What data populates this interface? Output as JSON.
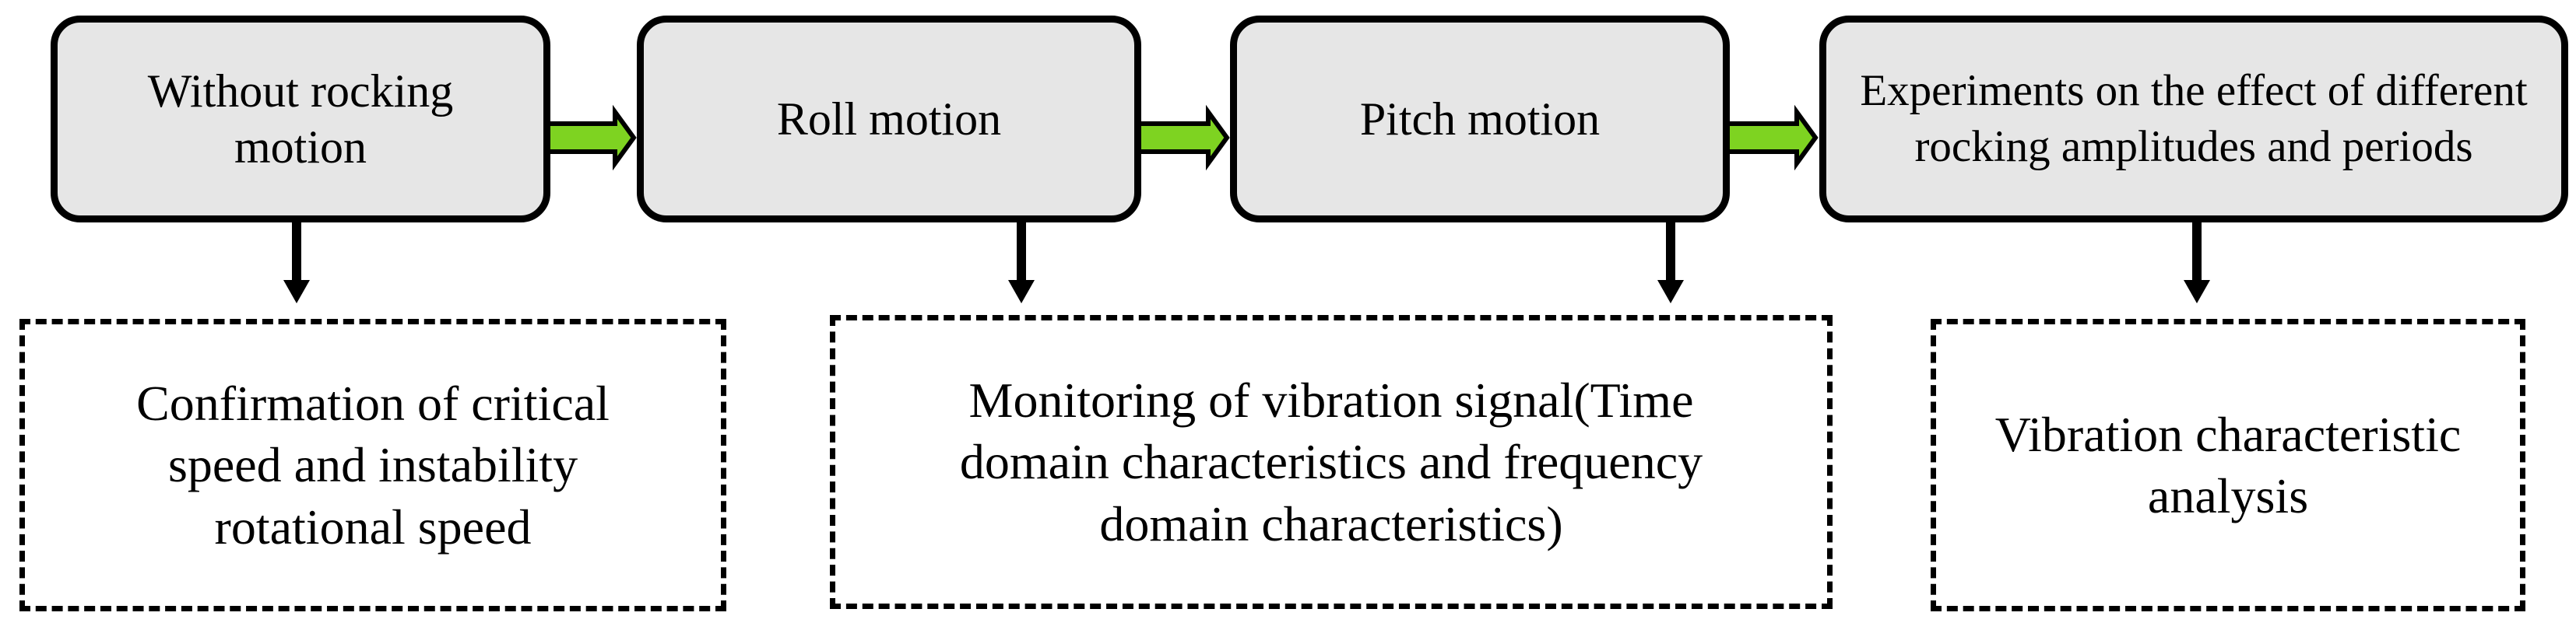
{
  "stages": [
    {
      "label": "Without rocking motion"
    },
    {
      "label": "Roll motion"
    },
    {
      "label": "Pitch motion"
    },
    {
      "label": "Experiments on the effect of different rocking amplitudes and periods"
    }
  ],
  "results": [
    {
      "label": "Confirmation of critical speed and instability rotational speed"
    },
    {
      "label": "Monitoring of vibration signal(Time domain characteristics and frequency domain characteristics)"
    },
    {
      "label": "Vibration characteristic analysis"
    }
  ],
  "colors": {
    "stage_fill": "#e6e6e6",
    "flow_arrow": "#7ed321",
    "outline": "#000000"
  }
}
